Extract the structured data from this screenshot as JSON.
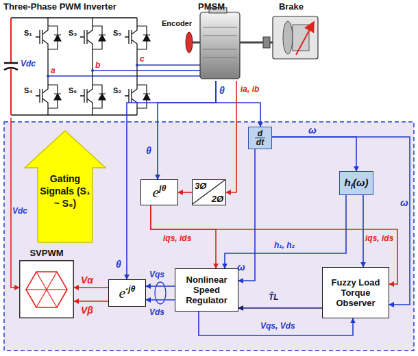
{
  "diagram": {
    "nodes": [
      {
        "text": [
          "Three-Phase PWM Inverter"
        ]
      },
      {
        "text": [
          "PMSM"
        ]
      },
      {
        "text": [
          "Brake"
        ]
      },
      {
        "text": [
          "d",
          "dt"
        ]
      },
      {
        "text": [
          "e",
          "jθ"
        ]
      },
      {
        "text": [
          "3Ø",
          "2Ø"
        ]
      },
      {
        "text": [
          "h",
          "f",
          "(ω)"
        ]
      },
      {
        "text": [
          "Gating Signals (S₁ ~ S₆)"
        ]
      },
      {
        "text": [
          "SVPWM"
        ]
      },
      {
        "text": [
          "e",
          "-jθ"
        ]
      },
      {
        "text": [
          "Nonlinear Speed Regulator"
        ]
      },
      {
        "text": [
          "Fuzzy Load Torque Observer"
        ]
      }
    ],
    "edges": [
      {
        "from": 0,
        "to": 1,
        "arrow": "none"
      },
      {
        "from": 0,
        "to": 8,
        "arrow": "to",
        "label": "Vdc"
      },
      {
        "from": 1,
        "to": 3,
        "arrow": "to",
        "label": "θ"
      },
      {
        "from": 1,
        "to": 4,
        "arrow": "to",
        "label": "θ"
      },
      {
        "from": 1,
        "to": 9,
        "arrow": "to",
        "label": "θ"
      },
      {
        "from": 1,
        "to": 5,
        "arrow": "to",
        "label": "ia, ib"
      },
      {
        "from": 5,
        "to": 4,
        "arrow": "to"
      },
      {
        "from": 4,
        "to": 10,
        "arrow": "to",
        "label": "iqs, ids"
      },
      {
        "from": 4,
        "to": 11,
        "arrow": "to",
        "label": "iqs, ids"
      },
      {
        "from": 3,
        "to": 6,
        "arrow": "to",
        "label": "ω"
      },
      {
        "from": 3,
        "to": 10,
        "arrow": "to",
        "label": "ω"
      },
      {
        "from": 3,
        "to": 11,
        "arrow": "to",
        "label": "ω"
      },
      {
        "from": 6,
        "to": 10,
        "arrow": "to",
        "label": "h₁, h₂"
      },
      {
        "from": 6,
        "to": 11,
        "arrow": "to"
      },
      {
        "from": 11,
        "to": 10,
        "arrow": "to",
        "label": "T̂L"
      },
      {
        "from": 10,
        "to": 9,
        "arrow": "to",
        "label": "Vqs"
      },
      {
        "from": 10,
        "to": 9,
        "arrow": "to",
        "label": "Vds"
      },
      {
        "from": 10,
        "to": 11,
        "arrow": "to",
        "label": "Vqs, Vds"
      },
      {
        "from": 9,
        "to": 8,
        "arrow": "to",
        "label": "Vα"
      },
      {
        "from": 9,
        "to": 8,
        "arrow": "to",
        "label": "Vβ"
      },
      {
        "from": 1,
        "to": 2,
        "arrow": "none"
      }
    ],
    "labels": [
      "Encoder",
      "a",
      "b",
      "c",
      "Vdc",
      "S₁",
      "S₃",
      "S₅",
      "S₄",
      "S₆",
      "S₂"
    ]
  }
}
